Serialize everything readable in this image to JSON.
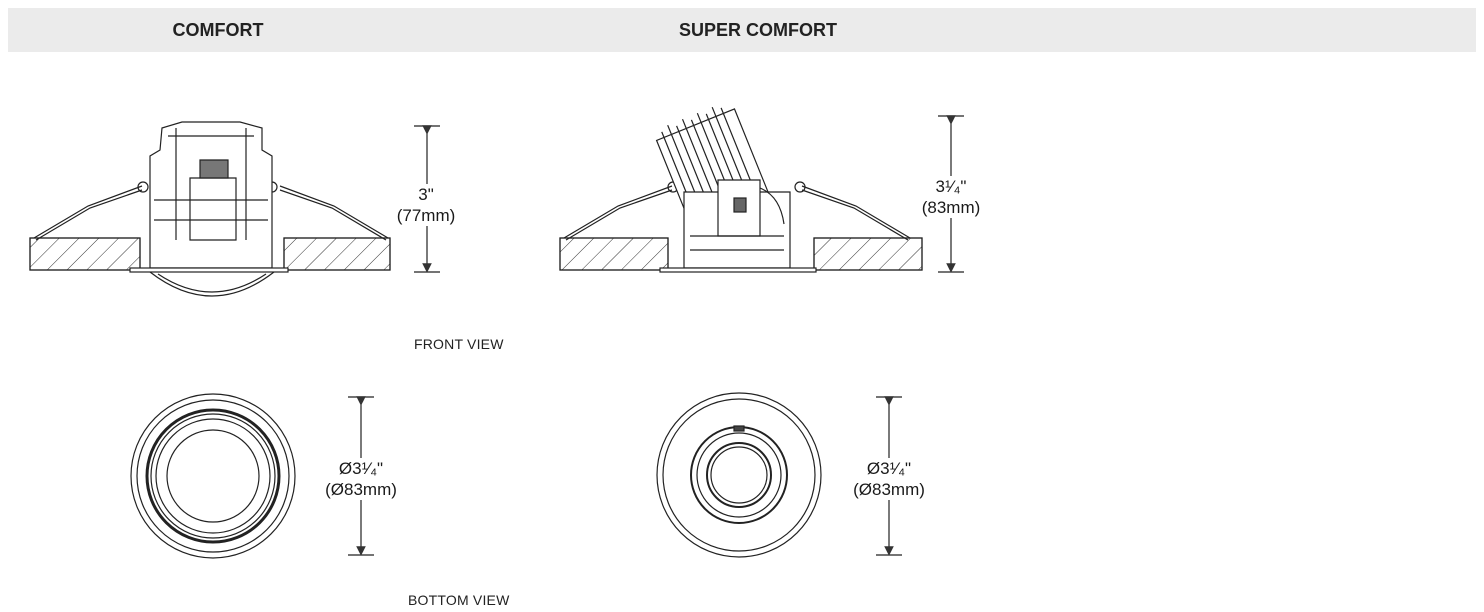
{
  "columns": {
    "comfort": "COMFORT",
    "super_comfort": "SUPER COMFORT"
  },
  "views": {
    "front": "FRONT VIEW",
    "bottom": "BOTTOM VIEW"
  },
  "dimensions": {
    "comfort_height": "3\"",
    "comfort_height_mm": "(77mm)",
    "super_height": "3¹⁄₄\"",
    "super_height_mm": "(83mm)",
    "comfort_diameter": "Ø3¹⁄₄\"",
    "comfort_diameter_mm": "(Ø83mm)",
    "super_diameter": "Ø3¹⁄₄\"",
    "super_diameter_mm": "(Ø83mm)"
  }
}
